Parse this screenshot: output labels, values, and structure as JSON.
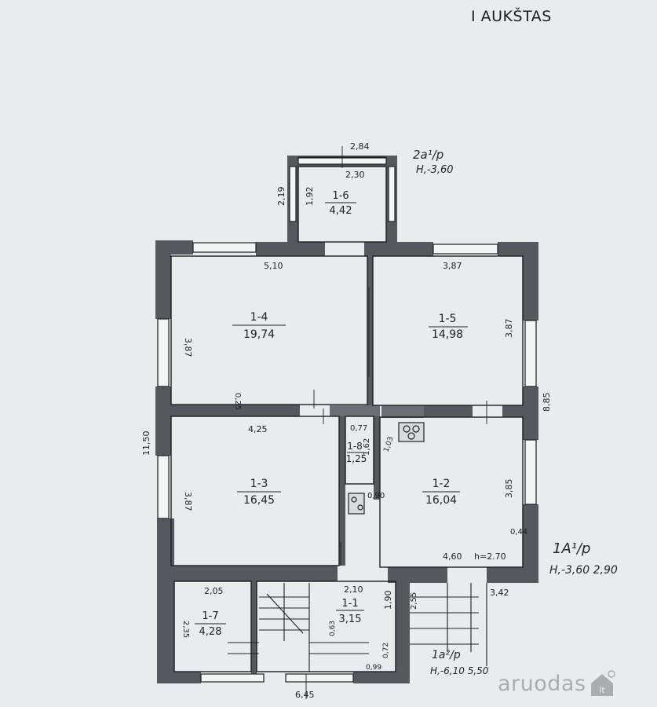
{
  "title": "I AUKŠTAS",
  "watermark": {
    "text": "aruodas",
    "suffix": "lt",
    "color": "#a9adb0"
  },
  "colors": {
    "wall": "#55595d",
    "line": "#1d1f22",
    "background": "#e9ebec"
  },
  "rooms": [
    {
      "id": "1-1",
      "area": "3,15"
    },
    {
      "id": "1-2",
      "area": "16,04"
    },
    {
      "id": "1-3",
      "area": "16,45"
    },
    {
      "id": "1-4",
      "area": "19,74"
    },
    {
      "id": "1-5",
      "area": "14,98"
    },
    {
      "id": "1-6",
      "area": "4,42"
    },
    {
      "id": "1-7",
      "area": "4,28"
    },
    {
      "id": "1-8",
      "area": "1,25"
    }
  ],
  "dimensions": [
    "2,84",
    "2,30",
    "2,19",
    "1,92",
    "5,10",
    "3,87",
    "3,87",
    "3,87",
    "8,85",
    "0,25",
    "4,25",
    "11,50",
    "3,87",
    "0,77",
    "1,62",
    "1,03",
    "0,90",
    "3,85",
    "0,44",
    "4,60",
    "h=2.70",
    "2,05",
    "2,10",
    "1,90",
    "2,55",
    "3,42",
    "2,35",
    "0,63",
    "0,72",
    "0,99",
    "6,45"
  ],
  "annotations": {
    "a2": {
      "code": "2a¹/p",
      "h": "H,-3,60"
    },
    "a1": {
      "code": "1A¹/p",
      "h": "H,-3,60 2,90"
    },
    "a1a": {
      "code": "1a²/p",
      "h": "H,-6,10 5,50"
    }
  }
}
